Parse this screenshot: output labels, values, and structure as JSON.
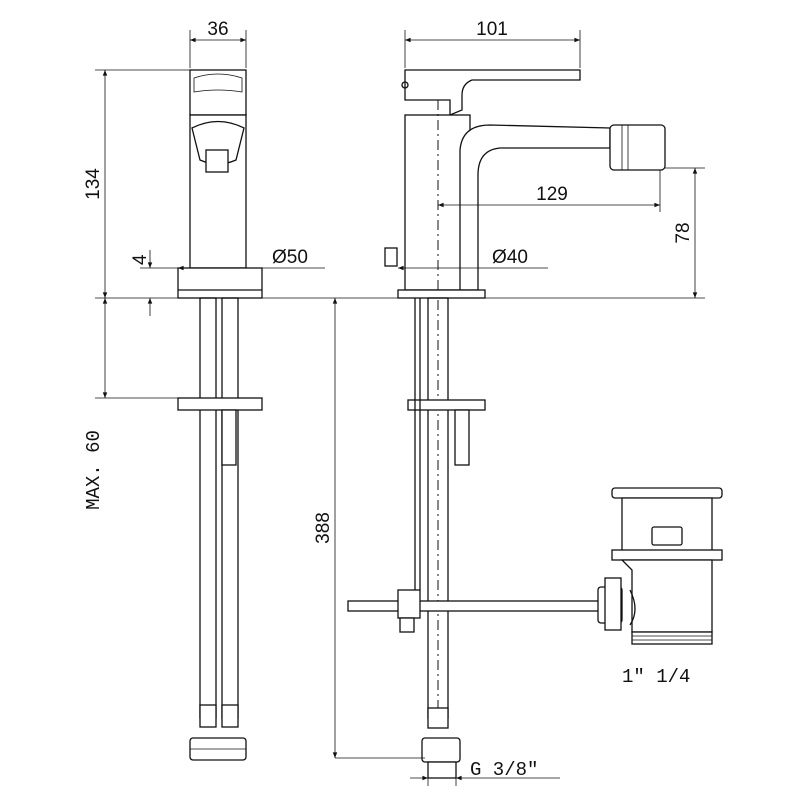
{
  "drawing": {
    "title": "Bidet mixer technical drawing",
    "dimensions": {
      "side_width": "36",
      "front_width": "101",
      "height": "134",
      "spout_reach": "129",
      "spout_height": "78",
      "plate_thickness": "4",
      "base_diameter_side": "Ø50",
      "base_diameter_front": "Ø40",
      "max_deck": "MAX. 60",
      "hose_length": "388",
      "waste_thread": "1\"  1/4",
      "hose_thread": "G 3/8\""
    }
  }
}
